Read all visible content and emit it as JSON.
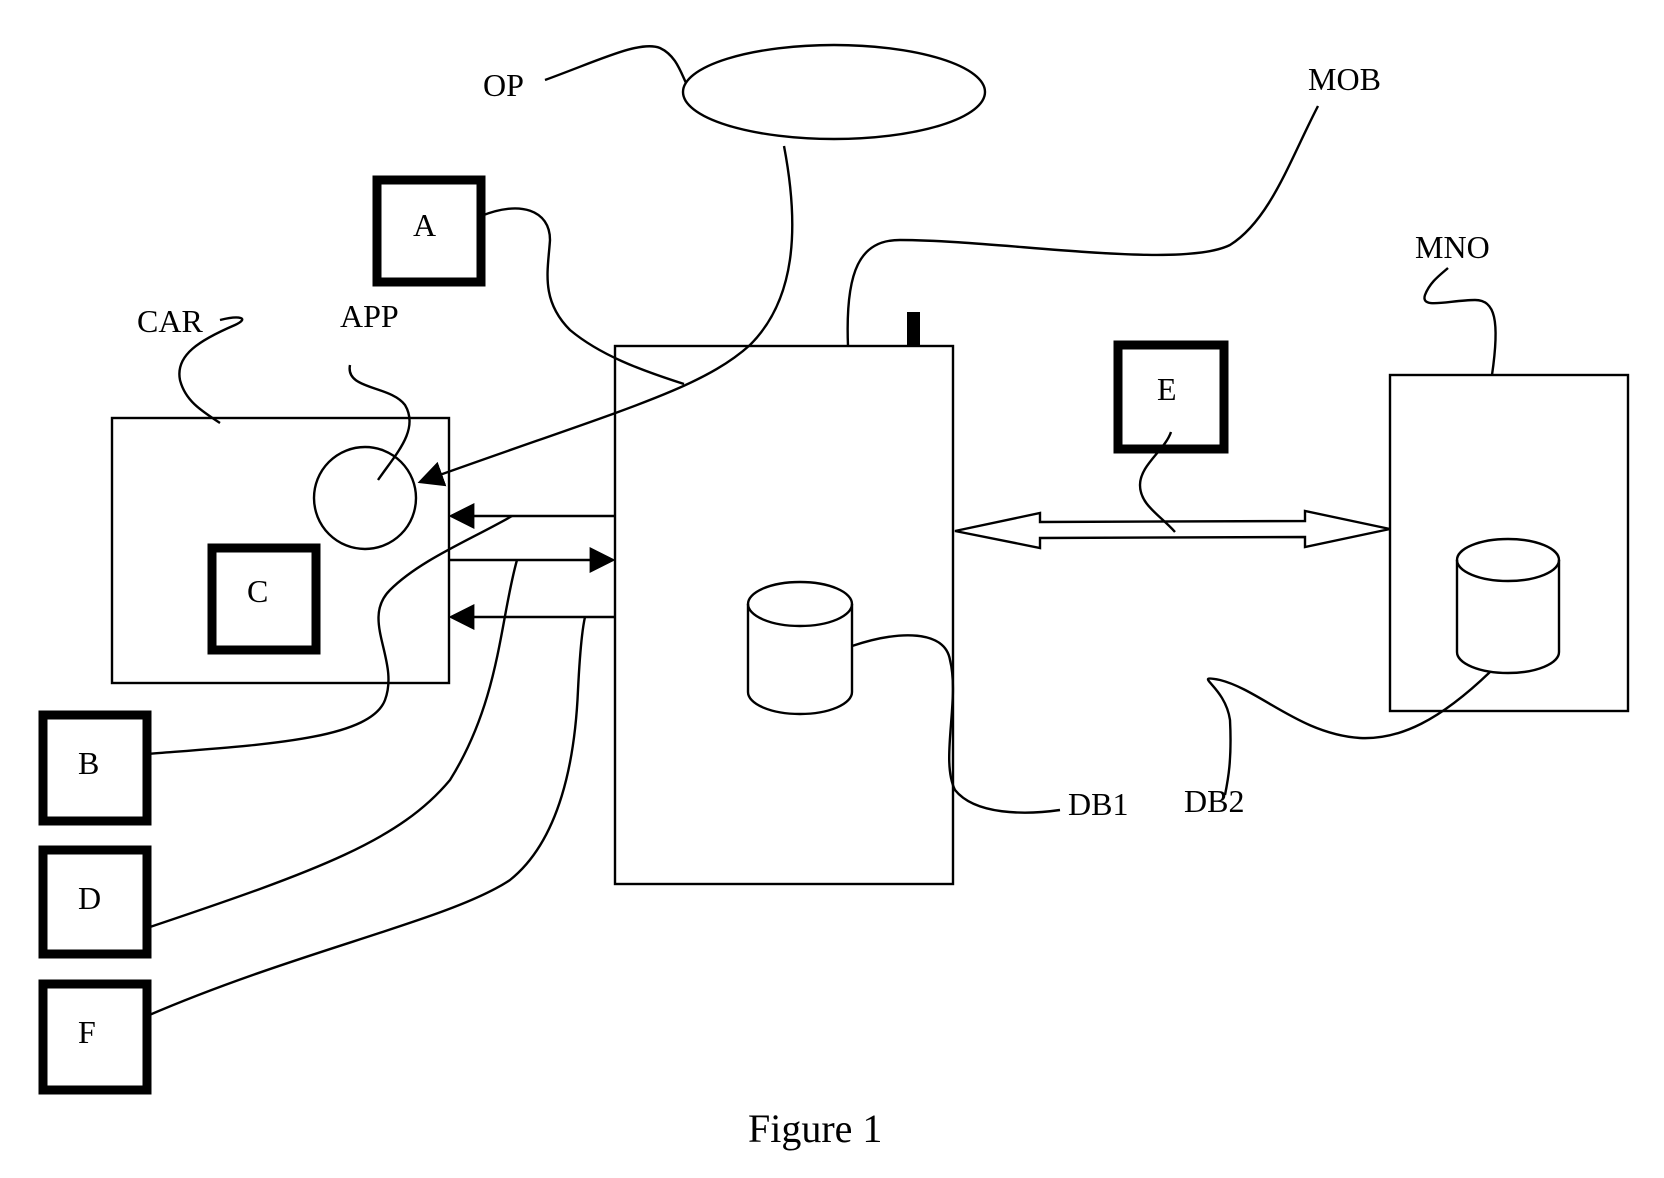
{
  "labels": {
    "op": "OP",
    "mob": "MOB",
    "mno": "MNO",
    "car": "CAR",
    "app": "APP",
    "db1": "DB1",
    "db2": "DB2"
  },
  "boxes": {
    "a": "A",
    "b": "B",
    "c": "C",
    "d": "D",
    "e": "E",
    "f": "F"
  },
  "caption": "Figure 1"
}
